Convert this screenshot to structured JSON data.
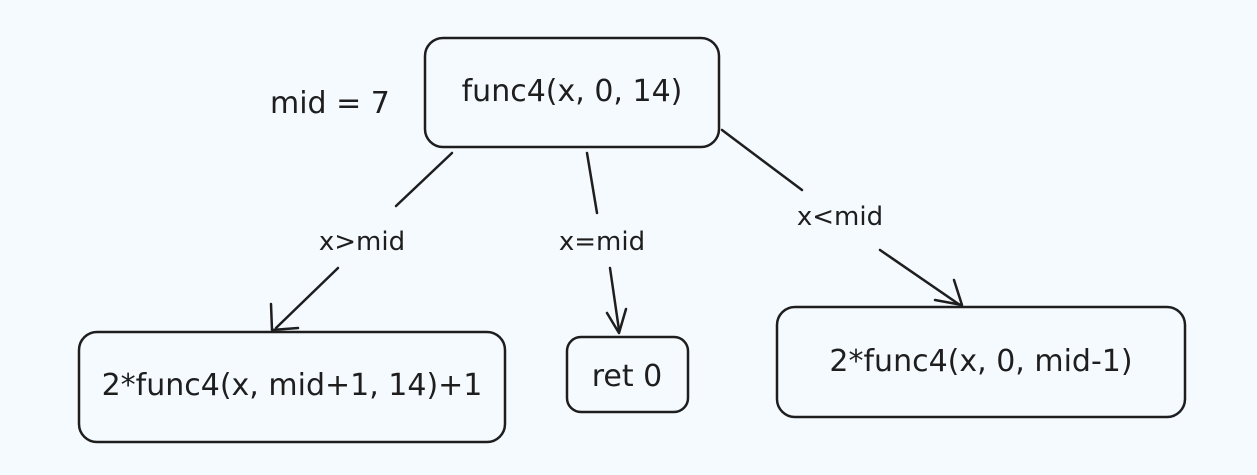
{
  "annotation": {
    "mid": "mid = 7"
  },
  "nodes": {
    "root": "func4(x, 0, 14)",
    "left": "2*func4(x, mid+1, 14)+1",
    "middle": "ret 0",
    "right": "2*func4(x, 0, mid-1)"
  },
  "edges": {
    "left": "x>mid",
    "middle": "x=mid",
    "right": "x<mid"
  },
  "colors": {
    "background": "#f5faff",
    "stroke": "#1e1e1e"
  }
}
